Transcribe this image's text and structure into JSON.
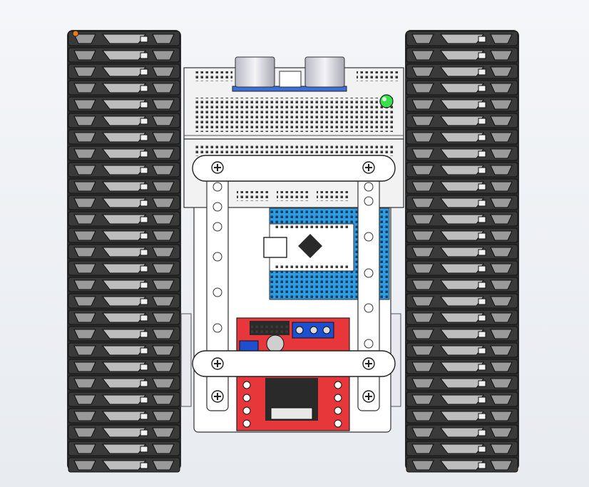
{
  "viewport": {
    "title": ""
  },
  "model": {
    "name": "",
    "components": [
      "left-track",
      "right-track",
      "chassis-plate",
      "ultrasonic-sensor",
      "breadboard",
      "microcontroller-board",
      "motor-driver-board",
      "mounting-brackets",
      "cross-bars",
      "status-led"
    ]
  },
  "colors": {
    "track_dark": "#2b2b2b",
    "track_mid": "#6e6e6e",
    "track_light": "#bdbdbd",
    "chassis": "#ffffff",
    "breadboard": "#f2f2f2",
    "breadboard_hole": "#3a3a3a",
    "mcu_board": "#2f9be0",
    "mcu_chip": "#2a2a2a",
    "driver_board": "#e8373b",
    "terminal_blue": "#1c4fd1",
    "sensor_silver": "#d8d8e0",
    "led_green": "#3adf4a",
    "marker_orange": "#f07a1a",
    "outline": "#222222"
  }
}
